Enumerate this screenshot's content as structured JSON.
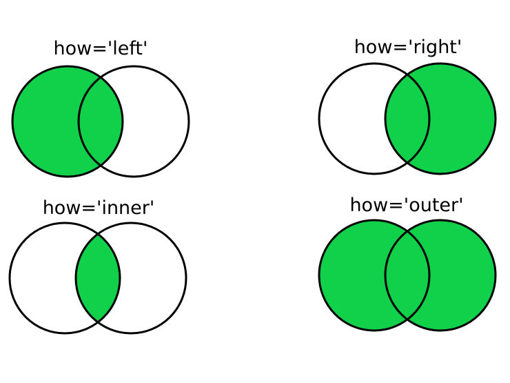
{
  "colors": {
    "fill": "#11d04a",
    "stroke": "#000000",
    "background": "#ffffff"
  },
  "diagrams": [
    {
      "title": "how='left'",
      "highlight": "left"
    },
    {
      "title": "how='right'",
      "highlight": "right"
    },
    {
      "title": "how='inner'",
      "highlight": "inner"
    },
    {
      "title": "how='outer'",
      "highlight": "outer"
    }
  ]
}
